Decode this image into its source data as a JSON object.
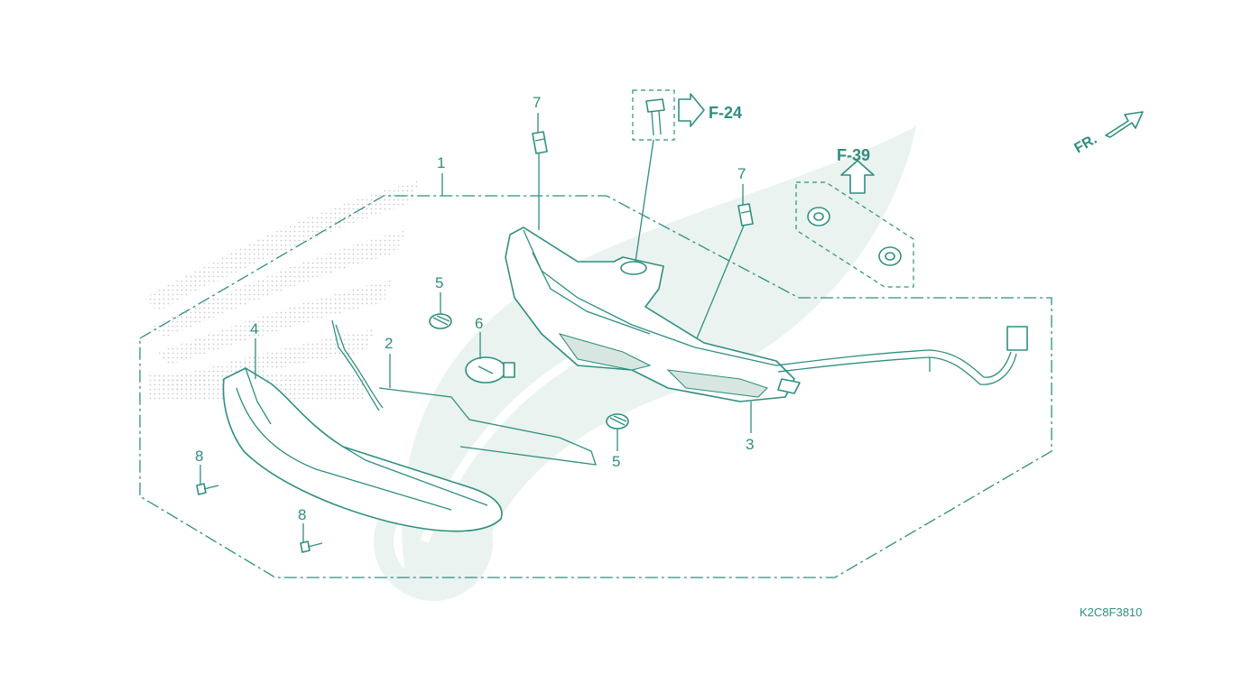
{
  "callouts": {
    "c1": "1",
    "c2": "2",
    "c3": "3",
    "c4": "4",
    "c5a": "5",
    "c5b": "5",
    "c6": "6",
    "c7a": "7",
    "c7b": "7",
    "c8a": "8",
    "c8b": "8"
  },
  "refs": {
    "f24": "F-24",
    "f39": "F-39"
  },
  "front_label": "FR.",
  "diagram_code": "K2C8F3810",
  "colors": {
    "line": "#2f8f80",
    "watermark": "#e6f1ec"
  }
}
